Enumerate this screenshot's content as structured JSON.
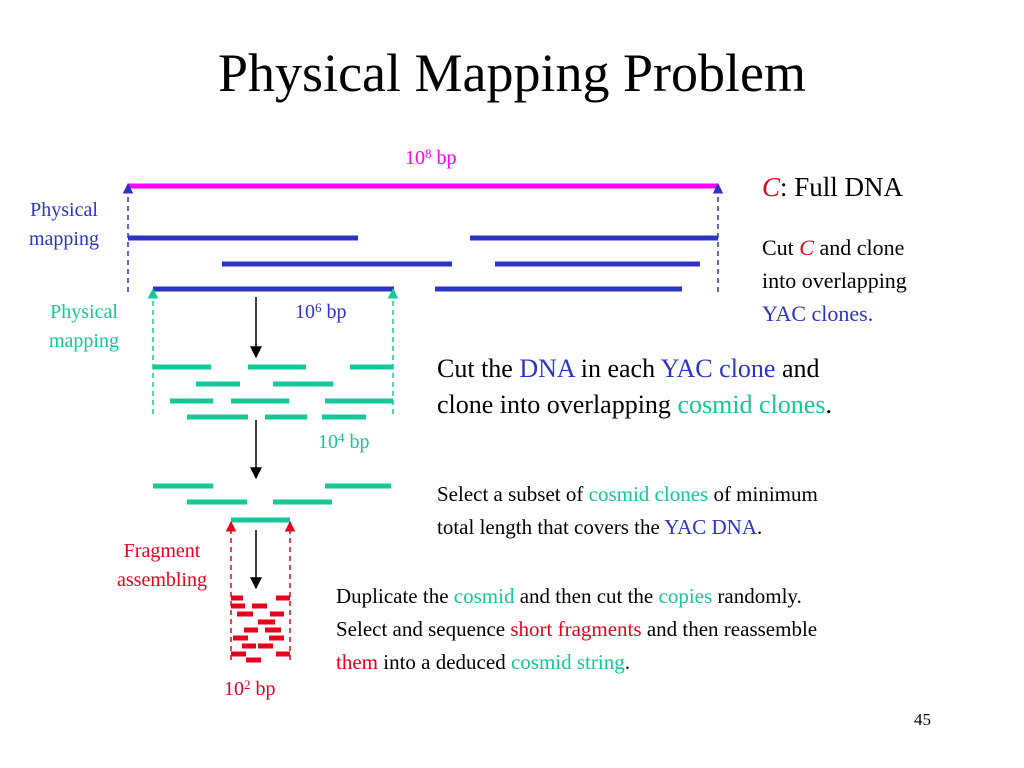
{
  "title": "Physical Mapping Problem",
  "slide_number": "45",
  "colors": {
    "magenta": "#ff00ff",
    "blue": "#2b35c3",
    "teal": "#16c79a",
    "red": "#e8001c"
  },
  "size_labels": {
    "full": {
      "base": "10",
      "exp": "8",
      "unit": " bp"
    },
    "yac": {
      "base": "10",
      "exp": "6",
      "unit": " bp"
    },
    "cosmid": {
      "base": "10",
      "exp": "4",
      "unit": " bp"
    },
    "fragment": {
      "base": "10",
      "exp": "2",
      "unit": " bp"
    }
  },
  "left_labels": {
    "physical_mapping_1": {
      "line1": "Physical",
      "line2": "mapping"
    },
    "physical_mapping_2": {
      "line1": "Physical",
      "line2": "mapping"
    },
    "fragment_assembling": {
      "line1": "Fragment",
      "line2": "assembling"
    }
  },
  "full_dna": {
    "c": "C",
    "rest": ": Full DNA"
  },
  "yac_step": {
    "cut": "Cut ",
    "c": "C",
    "and_clone": " and clone",
    "into": "into overlapping",
    "yac_clones": "YAC clones."
  },
  "cosmid_step": {
    "p1": "Cut the ",
    "dna": "DNA",
    "p2": " in each ",
    "yac_clone": "YAC clone",
    "p3": " and",
    "p4": "clone into overlapping ",
    "cosmid_clones": "cosmid clones",
    "p5": "."
  },
  "select_step": {
    "p1": "Select a subset of ",
    "cosmid_clones": "cosmid clones",
    "p2": " of minimum",
    "p3": "total length that covers the ",
    "yac_dna": "YAC DNA",
    "p4": "."
  },
  "duplicate_step": {
    "p1": "Duplicate the ",
    "cosmid": "cosmid",
    "p2": " and then cut the ",
    "copies": "copies",
    "p3": " randomly.",
    "p4": "Select and sequence ",
    "short_fragments": "short fragments",
    "p5": " and then reassemble",
    "them": "them",
    "p6": " into a deduced ",
    "cosmid_string": "cosmid string",
    "p7": "."
  }
}
